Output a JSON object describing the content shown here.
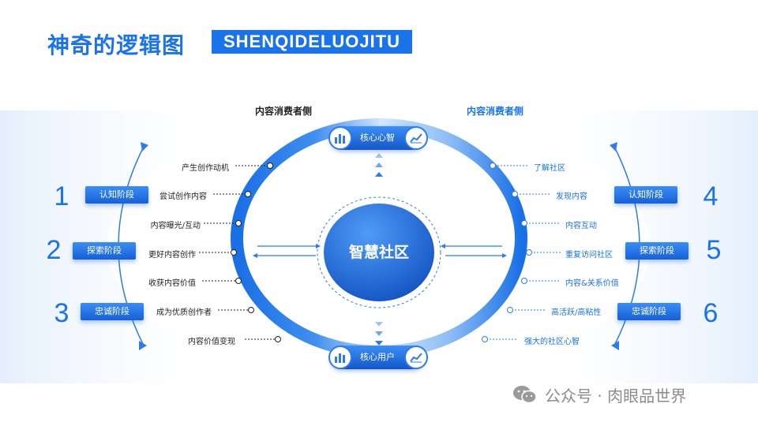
{
  "title": "神奇的逻辑图",
  "subtitle": "SHENQIDELUOJITU",
  "left_header": "内容消费者侧",
  "right_header": "内容消费者侧",
  "core_label": "智慧社区",
  "top_pill_label": "核心心智",
  "bottom_pill_label": "核心用户",
  "left_stages": [
    {
      "number": "1",
      "label": "认知阶段"
    },
    {
      "number": "2",
      "label": "探索阶段"
    },
    {
      "number": "3",
      "label": "忠诚阶段"
    }
  ],
  "right_stages": [
    {
      "number": "4",
      "label": "认知阶段"
    },
    {
      "number": "5",
      "label": "探索阶段"
    },
    {
      "number": "6",
      "label": "忠诚阶段"
    }
  ],
  "left_items": [
    "产生创作动机",
    "尝试创作内容",
    "内容曝光/互动",
    "更好内容创作",
    "收获内容价值",
    "成为优质创作者",
    "内容价值变现"
  ],
  "right_items": [
    "了解社区",
    "发现内容",
    "内容互动",
    "重复访问社区",
    "内容&关系价值",
    "高活跃/高粘性",
    "强大的社区心智"
  ],
  "brand": "公众号 · 肉眼品世界",
  "colors": {
    "accent": "#1a73e8",
    "dark_blue": "#1257c9",
    "light_blue": "#cfe3fb"
  },
  "icons": {
    "pill_left": "bar-chart-icon",
    "pill_right": "line-chart-icon",
    "brand": "wechat-icon"
  }
}
